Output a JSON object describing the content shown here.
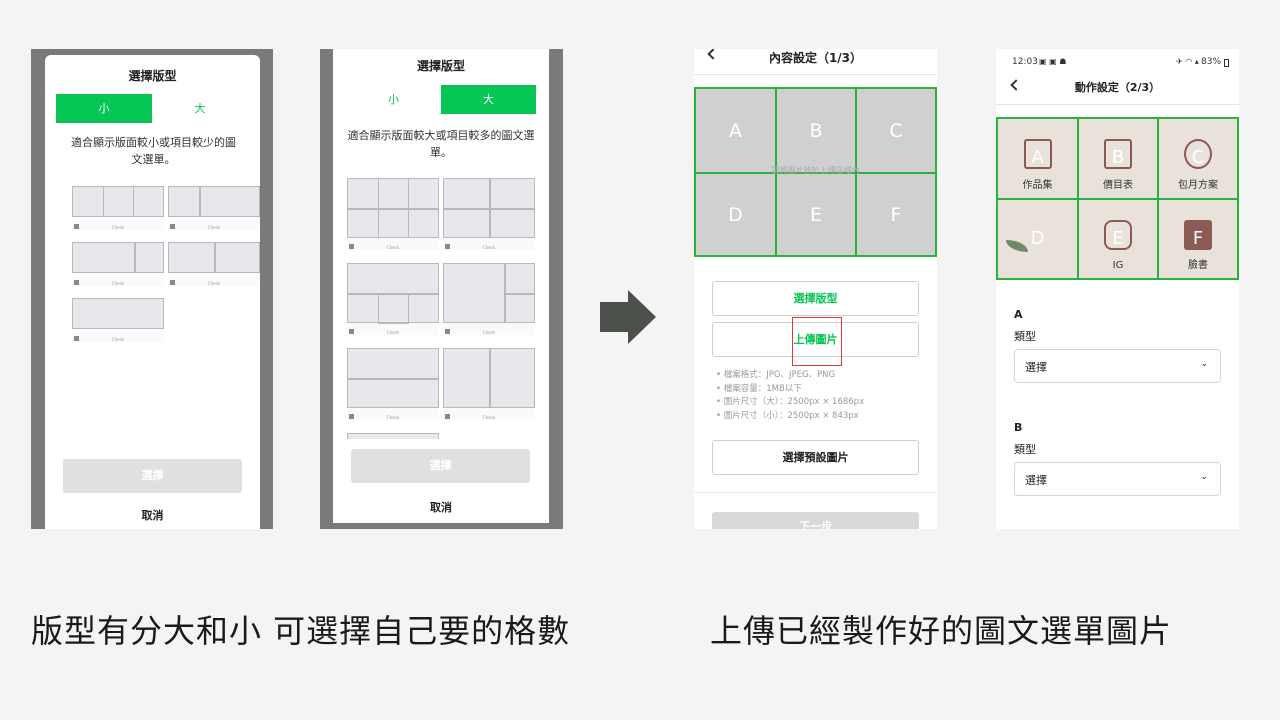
{
  "layout_dialog": {
    "title": "選擇版型",
    "tab_small": "小",
    "tab_large": "大",
    "desc_small": "適合顯示版面較小或項目較少的圖文選單。",
    "desc_large": "適合顯示版面較大或項目較多的圖文選單。",
    "option_caption": "Check",
    "select_button": "選擇",
    "cancel_button": "取消"
  },
  "content_settings": {
    "title": "內容設定（1/3）",
    "grid_letters": [
      "A",
      "B",
      "C",
      "D",
      "E",
      "F"
    ],
    "grid_hint": "請將圖片放於上傳區域內",
    "choose_layout_button": "選擇版型",
    "upload_image_button": "上傳圖片",
    "specs": [
      "檔案格式：JPG、JPEG、PNG",
      "檔案容量：1MB以下",
      "圖片尺寸（大）：2500px × 1686px",
      "圖片尺寸（小）：2500px × 843px"
    ],
    "default_image_button": "選擇預設圖片",
    "next_button": "下一步"
  },
  "action_settings": {
    "status_time": "12:03",
    "status_battery": "83%",
    "title": "動作設定（2/3）",
    "cells": [
      {
        "letter": "A",
        "label": "作品集"
      },
      {
        "letter": "B",
        "label": "價目表"
      },
      {
        "letter": "C",
        "label": "包月方案"
      },
      {
        "letter": "D",
        "label": ""
      },
      {
        "letter": "E",
        "label": "IG"
      },
      {
        "letter": "F",
        "label": "臉書"
      }
    ],
    "section_a": "A",
    "section_b": "B",
    "type_label": "類型",
    "select_placeholder": "選擇"
  },
  "captions": {
    "left": "版型有分大和小 可選擇自己要的格數",
    "right": "上傳已經製作好的圖文選單圖片"
  },
  "colors": {
    "line_green": "#06c755",
    "grid_green": "#2db13d",
    "arrow": "#4c524b",
    "highlight_red": "#e53935"
  }
}
